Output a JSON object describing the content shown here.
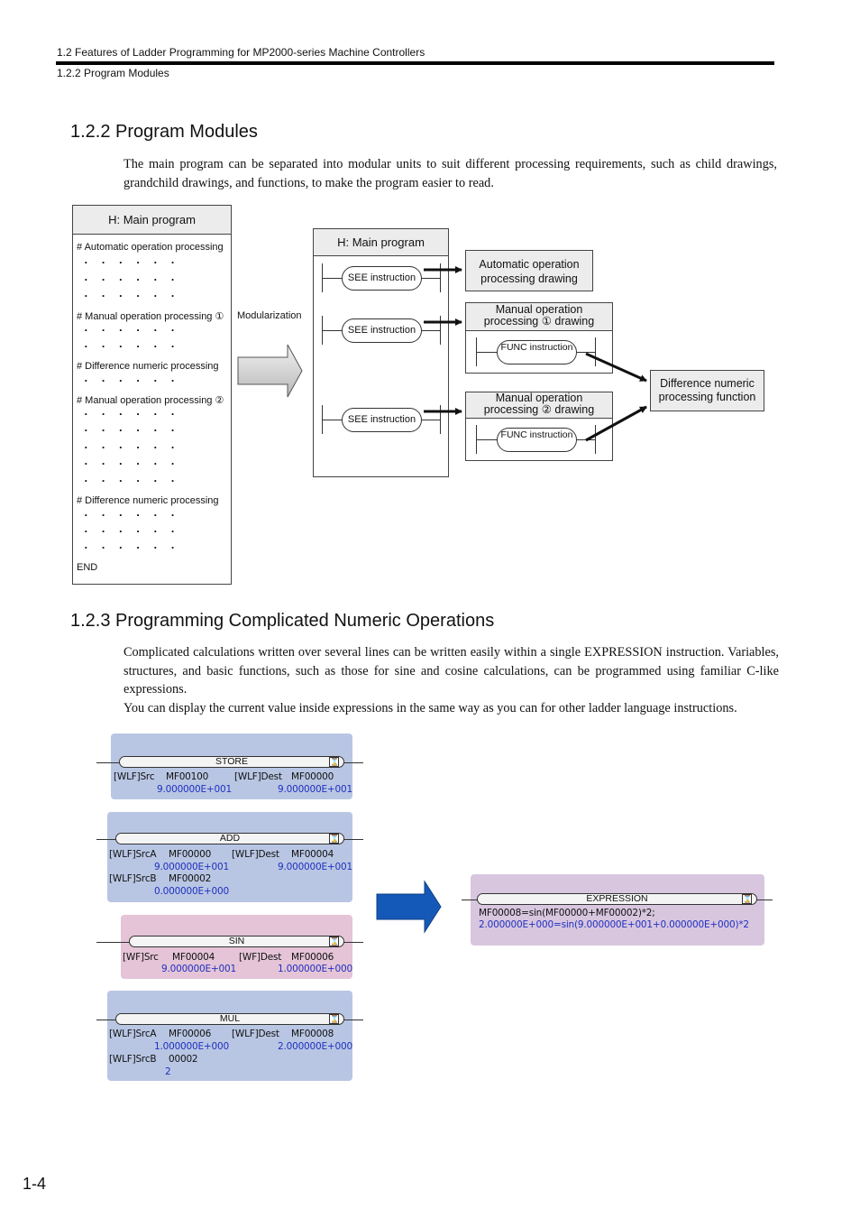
{
  "header": {
    "line1": "1.2 Features of Ladder Programming for MP2000-series Machine Controllers",
    "line2": "1.2.2 Program Modules"
  },
  "section_122": {
    "title": "1.2.2 Program Modules",
    "body": "The main program can be separated into modular units to suit different processing requirements, such as child drawings, grandchild drawings, and functions, to make the program easier to read."
  },
  "diagram1": {
    "main_left": {
      "title": "H: Main program",
      "lines": [
        "# Automatic operation processing",
        "# Manual operation processing ①",
        "# Difference numeric processing",
        "# Manual operation processing ②",
        "# Difference numeric processing"
      ],
      "dots": "· · · · · ·",
      "end": "END"
    },
    "modularization": "Modularization",
    "main_right": {
      "title": "H: Main program",
      "see": "SEE instruction"
    },
    "auto_drawing": "Automatic operation processing drawing",
    "manual1": "Manual operation processing ① drawing",
    "manual2": "Manual operation processing ② drawing",
    "func": "FUNC instruction",
    "diff_func": "Difference numeric processing function"
  },
  "section_123": {
    "title": "1.2.3 Programming Complicated Numeric Operations",
    "p1": "Complicated calculations written over several lines can be written easily within a single EXPRESSION instruction. Variables, structures, and basic functions, such as those for sine and cosine calculations, can be programmed using familiar C-like expressions.",
    "p2": "You can display the current value inside expressions in the same way as you can for other ladder language instructions."
  },
  "ladder": {
    "store": {
      "name": "STORE",
      "r1a": "[WLF]Src",
      "r1b": "MF00100",
      "r1c": "[WLF]Dest",
      "r1d": "MF00000",
      "v1": "9.000000E+001",
      "v2": "9.000000E+001"
    },
    "add": {
      "name": "ADD",
      "r1a": "[WLF]SrcA",
      "r1b": "MF00000",
      "r1c": "[WLF]Dest",
      "r1d": "MF00004",
      "v1": "9.000000E+001",
      "v2": "9.000000E+001",
      "r2a": "[WLF]SrcB",
      "r2b": "MF00002",
      "v3": "0.000000E+000"
    },
    "sin": {
      "name": "SIN",
      "r1a": "[WF]Src",
      "r1b": "MF00004",
      "r1c": "[WF]Dest",
      "r1d": "MF00006",
      "v1": "9.000000E+001",
      "v2": "1.000000E+000"
    },
    "mul": {
      "name": "MUL",
      "r1a": "[WLF]SrcA",
      "r1b": "MF00006",
      "r1c": "[WLF]Dest",
      "r1d": "MF00008",
      "v1": "1.000000E+000",
      "v2": "2.000000E+000",
      "r2a": "[WLF]SrcB",
      "r2b": "00002",
      "v3": "2"
    },
    "expr": {
      "name": "EXPRESSION",
      "line1": "MF00008=sin(MF00000+MF00002)*2;",
      "line2": "2.000000E+000=sin(9.000000E+001+0.000000E+000)*2"
    }
  },
  "page_number": "1-4"
}
